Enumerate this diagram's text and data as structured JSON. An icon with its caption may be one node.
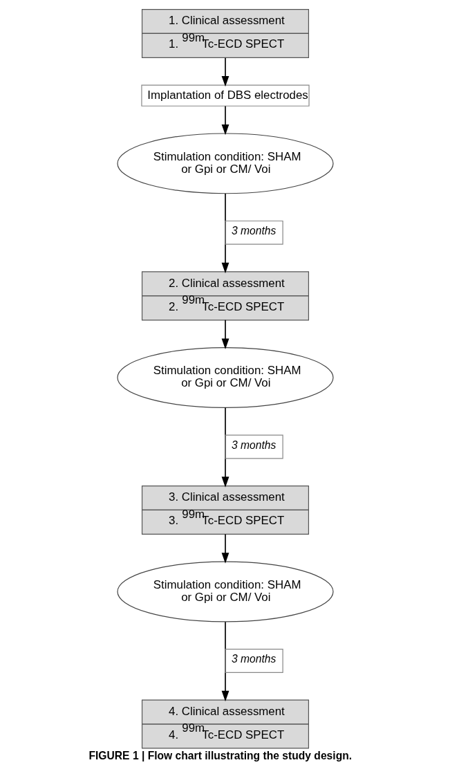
{
  "diagram": {
    "caption": "FIGURE 1 | Flow chart illustrating the study design.",
    "nodes": [
      {
        "text": [
          "1. Clinical assessment",
          "1. $^{99m}$Tc-ECD SPECT"
        ]
      },
      {
        "text": [
          "Implantation of DBS electrodes"
        ]
      },
      {
        "text": [
          "Stimulation condition: SHAM or Gpi or CM/ Voi"
        ]
      },
      {
        "text": [
          "2. Clinical assessment",
          "2. $^{99m}$Tc-ECD SPECT"
        ]
      },
      {
        "text": [
          "Stimulation condition: SHAM or Gpi or CM/ Voi"
        ]
      },
      {
        "text": [
          "3. Clinical assessment",
          "3. $^{99m}$Tc-ECD SPECT"
        ]
      },
      {
        "text": [
          "Stimulation condition: SHAM or Gpi or CM/ Voi"
        ]
      },
      {
        "text": [
          "4. Clinical assessment",
          "4. $^{99m}$Tc-ECD SPECT"
        ]
      }
    ],
    "edges": [
      {
        "from": 0,
        "to": 1,
        "arrow": "to"
      },
      {
        "from": 1,
        "to": 2,
        "arrow": "to"
      },
      {
        "from": 2,
        "to": 3,
        "arrow": "to",
        "label": "3 months"
      },
      {
        "from": 3,
        "to": 4,
        "arrow": "to"
      },
      {
        "from": 4,
        "to": 5,
        "arrow": "to",
        "label": "3 months"
      },
      {
        "from": 5,
        "to": 6,
        "arrow": "to"
      },
      {
        "from": 6,
        "to": 7,
        "arrow": "to",
        "label": "3 months"
      }
    ]
  }
}
